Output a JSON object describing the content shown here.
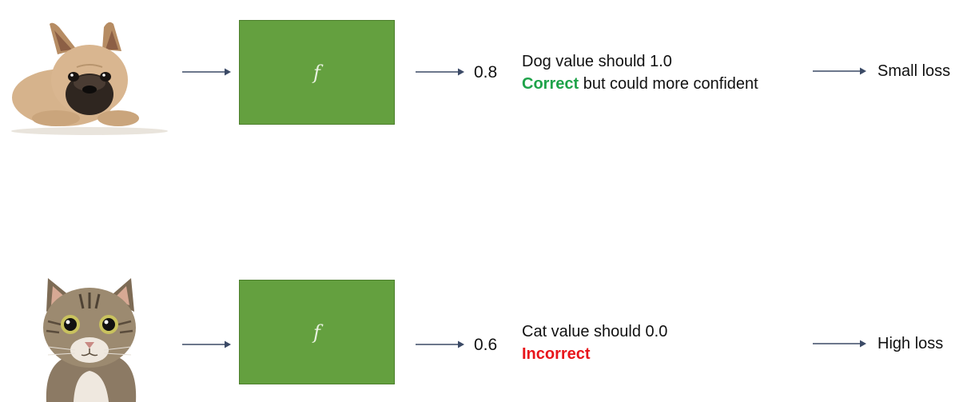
{
  "rows": [
    {
      "subject_icon": "french-bulldog",
      "function_label": "f",
      "output_value": "0.8",
      "desc_line1": "Dog value should 1.0",
      "verdict": "Correct",
      "verdict_rest": " but could more confident",
      "loss_label": "Small loss"
    },
    {
      "subject_icon": "tabby-cat",
      "function_label": "f",
      "output_value": "0.6",
      "desc_line1": "Cat value should 0.0",
      "verdict": "Incorrect",
      "verdict_rest": "",
      "loss_label": "High loss"
    }
  ],
  "colors": {
    "box": "#64a03f",
    "correct": "#1fa34a",
    "incorrect": "#e8151b",
    "arrow": "#3b4a66"
  }
}
